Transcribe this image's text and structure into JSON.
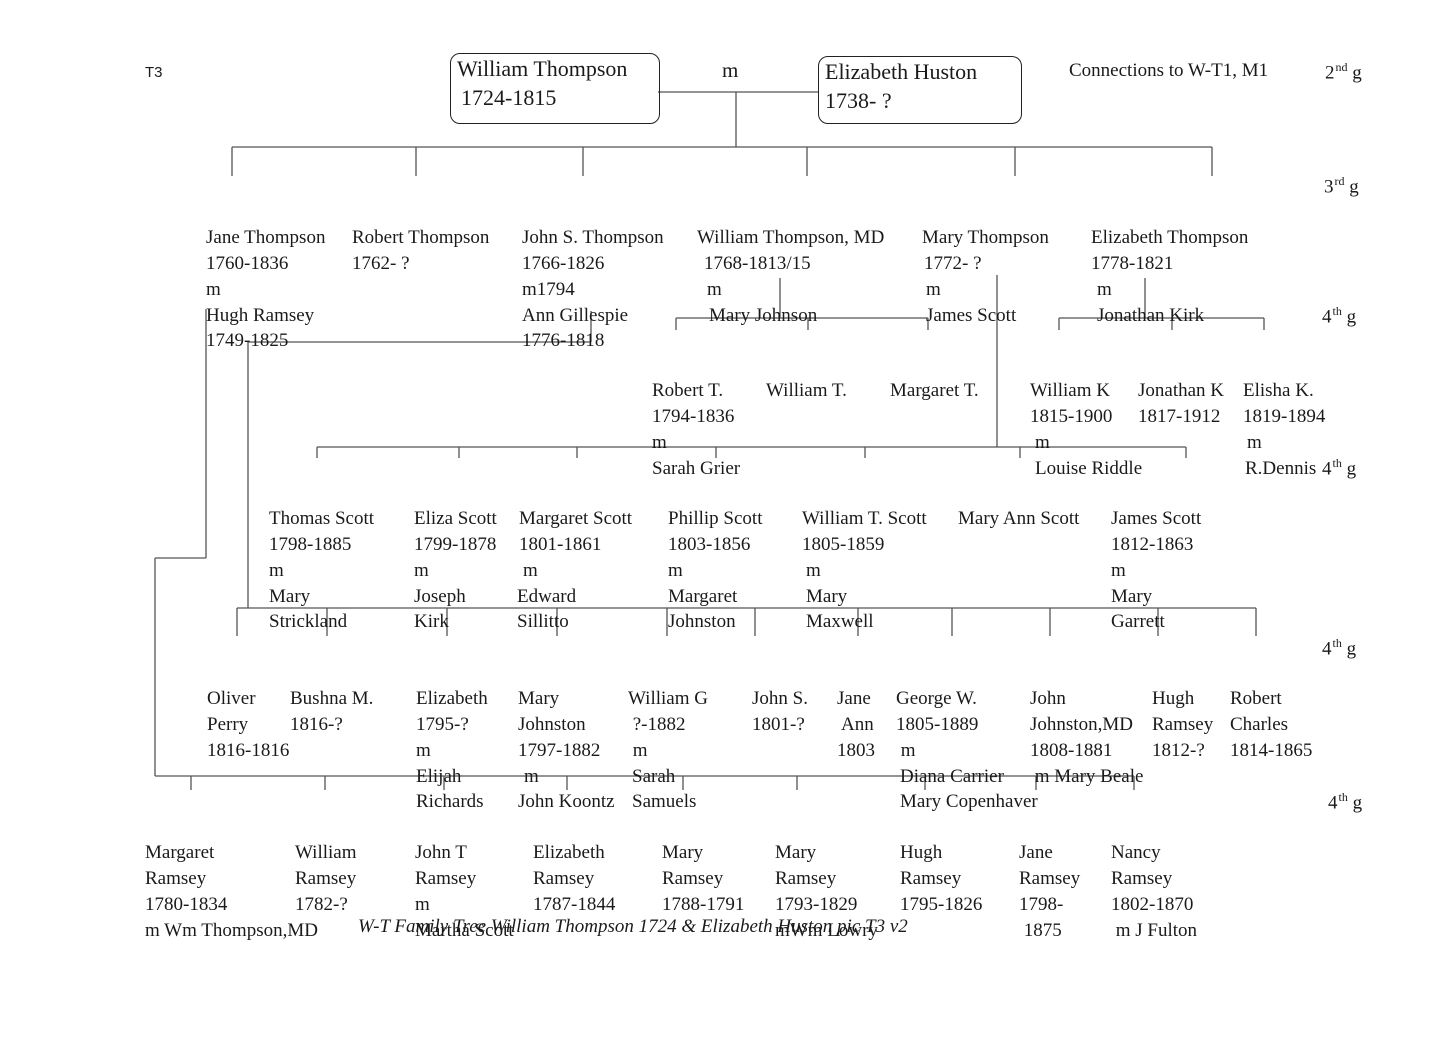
{
  "page_tag": "T3",
  "connections_note": "Connections to W-T1, M1",
  "caption": "W-T Family Tree William Thompson 1724 & Elizabeth Huston pic T3 v2",
  "root": {
    "husband": [
      "William Thompson",
      "1724-1815"
    ],
    "marriage_mark": "m",
    "wife": [
      "Elizabeth Huston",
      "1738- ?"
    ]
  },
  "generations": {
    "g2": {
      "num": "2",
      "suf": "nd",
      "g": "g"
    },
    "g3": {
      "num": "3",
      "suf": "rd",
      "g": "g"
    },
    "g4": {
      "num": "4",
      "suf": "th",
      "g": "g"
    }
  },
  "children": [
    [
      "Jane Thompson",
      "1760-1836",
      "m",
      "Hugh Ramsey",
      "1749-1825"
    ],
    [
      "Robert Thompson",
      "1762- ?"
    ],
    [
      "John S. Thompson",
      "1766-1826",
      "m1794",
      "Ann Gillespie",
      "1776-1818"
    ],
    [
      "William Thompson, MD",
      "1768-1813/15",
      "m",
      "Mary Johnson"
    ],
    [
      "Mary Thompson",
      "1772- ?",
      "m",
      "James Scott"
    ],
    [
      "Elizabeth Thompson",
      "1778-1821",
      "m",
      "Jonathan Kirk"
    ]
  ],
  "wt_md_children": [
    [
      "Robert T.",
      "1794-1836",
      "m",
      "Sarah Grier"
    ],
    [
      "William T."
    ],
    [
      "Margaret T."
    ]
  ],
  "kirk_children": [
    [
      "William K",
      "1815-1900",
      "m",
      "Louise Riddle"
    ],
    [
      "Jonathan K",
      "1817-1912"
    ],
    [
      "Elisha K.",
      "1819-1894",
      "m",
      "R.Dennis"
    ]
  ],
  "scott_children": [
    [
      "Thomas Scott",
      "1798-1885",
      "m",
      "Mary",
      "Strickland"
    ],
    [
      "Eliza Scott",
      "1799-1878",
      "m",
      "Joseph",
      "Kirk"
    ],
    [
      "Margaret Scott",
      "1801-1861",
      "m",
      "Edward",
      "Sillitto"
    ],
    [
      "Phillip Scott",
      "1803-1856",
      "m",
      "Margaret",
      "Johnston"
    ],
    [
      "William T. Scott",
      "1805-1859",
      "m",
      "Mary",
      "Maxwell"
    ],
    [
      "Mary Ann Scott"
    ],
    [
      "James Scott",
      "1812-1863",
      "m",
      "Mary",
      "Garrett"
    ]
  ],
  "gillespie_children": [
    [
      "Oliver",
      "Perry",
      "1816-1816"
    ],
    [
      "Bushna M.",
      "1816-?"
    ],
    [
      "Elizabeth",
      "1795-?",
      "m",
      "Elijah",
      "Richards"
    ],
    [
      "Mary",
      "Johnston",
      "1797-1882",
      "m",
      "John Koontz"
    ],
    [
      "William G",
      " ?-1882",
      " m",
      "Sarah",
      "Samuels"
    ],
    [
      "John S.",
      "1801-?"
    ],
    [
      "Jane",
      "Ann",
      "1803"
    ],
    [
      "George W.",
      "1805-1889",
      " m",
      "Diana Carrier",
      "Mary Copenhaver"
    ],
    [
      "John",
      "Johnston,MD",
      "1808-1881",
      " m Mary Beale"
    ],
    [
      "Hugh",
      "Ramsey",
      "1812-?"
    ],
    [
      "Robert",
      "Charles",
      "1814-1865"
    ]
  ],
  "ramsey_children": [
    [
      "Margaret",
      "Ramsey",
      "1780-1834",
      "m Wm Thompson,MD"
    ],
    [
      "William",
      "Ramsey",
      "1782-?"
    ],
    [
      "John T",
      "Ramsey",
      "m",
      "Martha Scott"
    ],
    [
      "Elizabeth",
      "Ramsey",
      "1787-1844"
    ],
    [
      "Mary",
      "Ramsey",
      "1788-1791"
    ],
    [
      "Mary",
      "Ramsey",
      "1793-1829",
      "mWm Lowry"
    ],
    [
      "Hugh",
      "Ramsey",
      "1795-1826"
    ],
    [
      "Jane",
      "Ramsey",
      "1798-",
      " 1875"
    ],
    [
      "Nancy",
      "Ramsey",
      "1802-1870",
      " m J Fulton"
    ]
  ]
}
